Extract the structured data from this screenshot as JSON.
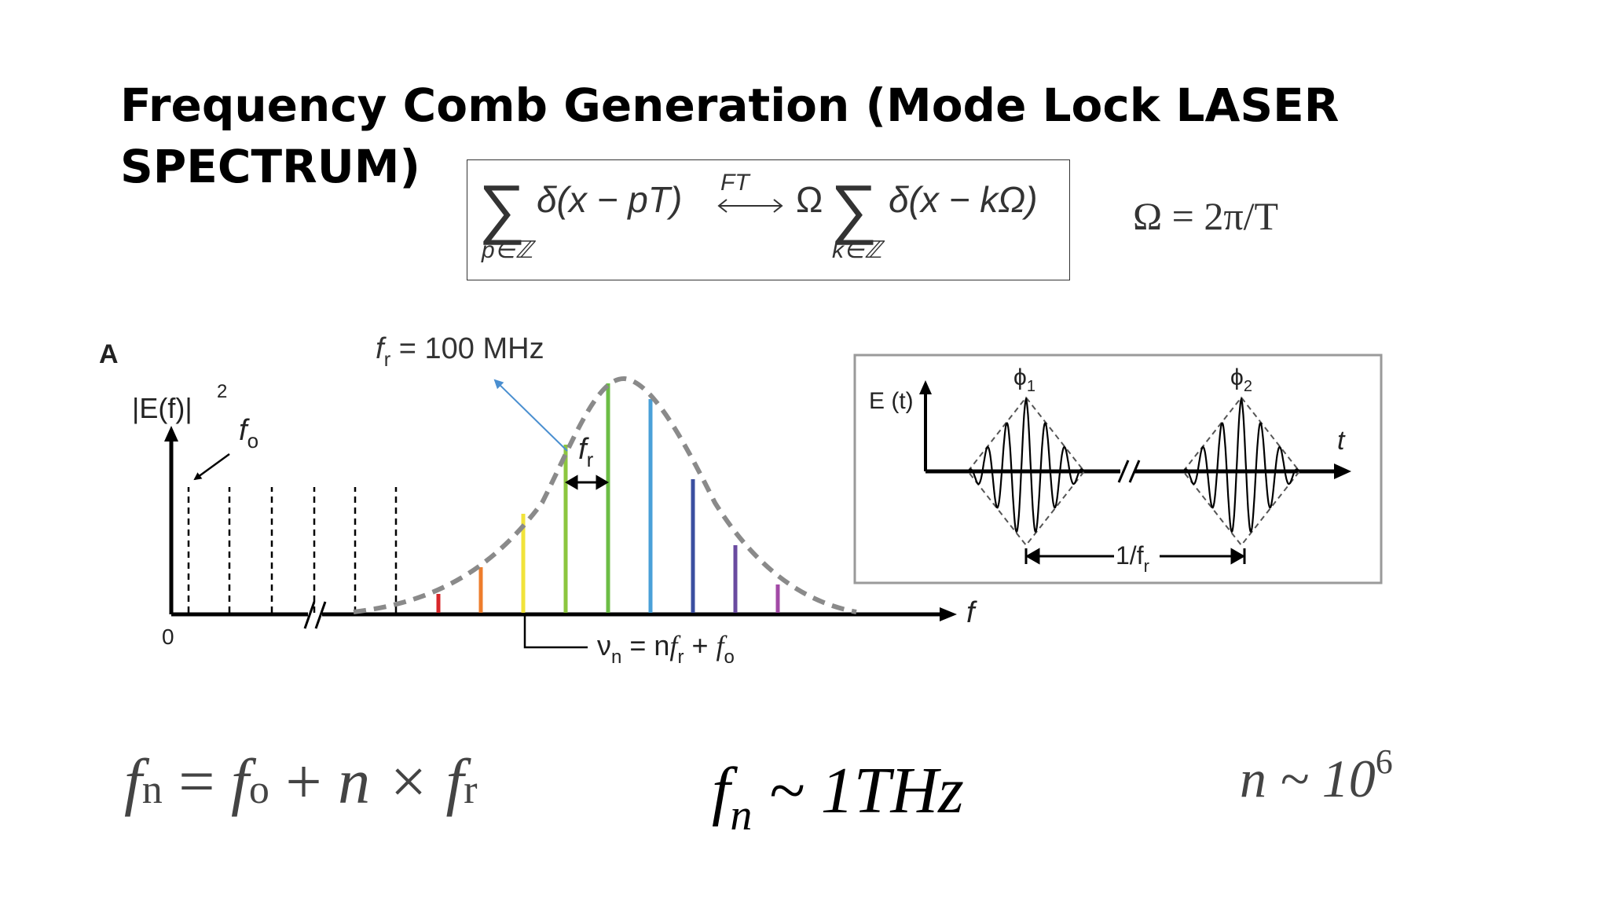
{
  "slide": {
    "title": "Frequency Comb Generation (Mode Lock LASER SPECTRUM)"
  },
  "formula": {
    "sum_left": "∑",
    "sub_left": "p∈ℤ",
    "delta_left": "δ(x − pT)",
    "arrow_label": "FT",
    "omega": "Ω",
    "sum_right": "∑",
    "sub_right": "k∈ℤ",
    "delta_right": "δ(x − kΩ)",
    "omega_relation": "Ω = 2π/T"
  },
  "spectrum_diagram": {
    "panel_label": "A",
    "y_axis_label": "|E(f)|",
    "y_axis_exponent": "2",
    "x_axis_label": "f",
    "origin_label": "0",
    "f0_label": "f",
    "f0_sub": "o",
    "fr_label": "f",
    "fr_sub": "r",
    "fr_annotation": "fr = 100 MHz",
    "fr_annotation_f": "f",
    "fr_annotation_sub": "r",
    "fr_annotation_rest": " = 100 MHz",
    "mode_formula": "νn = nfr + fo",
    "mode_nu": "ν",
    "mode_nu_sub": "n",
    "mode_mid": " = n",
    "mode_f1": "f",
    "mode_f1_sub": "r",
    "mode_plus": " + ",
    "mode_f2": "f",
    "mode_f2_sub": "o",
    "line_colors": [
      "#d8262a",
      "#ee7d2c",
      "#f1e33a",
      "#8cc63f",
      "#6cbd45",
      "#4aa0d8",
      "#3b4fa0",
      "#6a4ba0",
      "#a24aa6"
    ]
  },
  "time_diagram": {
    "y_axis_label": "E (t)",
    "x_axis_label": "t",
    "phi1": "ϕ",
    "phi1_sub": "1",
    "phi2": "ϕ",
    "phi2_sub": "2",
    "period_label": "1/f",
    "period_sub": "r"
  },
  "bottom_equations": {
    "eq1": "fn = fo + n × fr",
    "eq1_f": "f",
    "eq1_n": "n",
    "eq1_eq": " = ",
    "eq1_f0": "f",
    "eq1_o": "o",
    "eq1_plus": " + ",
    "eq1_nx": "n × ",
    "eq1_fr": "f",
    "eq1_r": "r",
    "eq2_f": "f",
    "eq2_n": "n",
    "eq2_rest": " ~ 1THz",
    "eq3_base": "n ~ 10",
    "eq3_exp": "6"
  }
}
